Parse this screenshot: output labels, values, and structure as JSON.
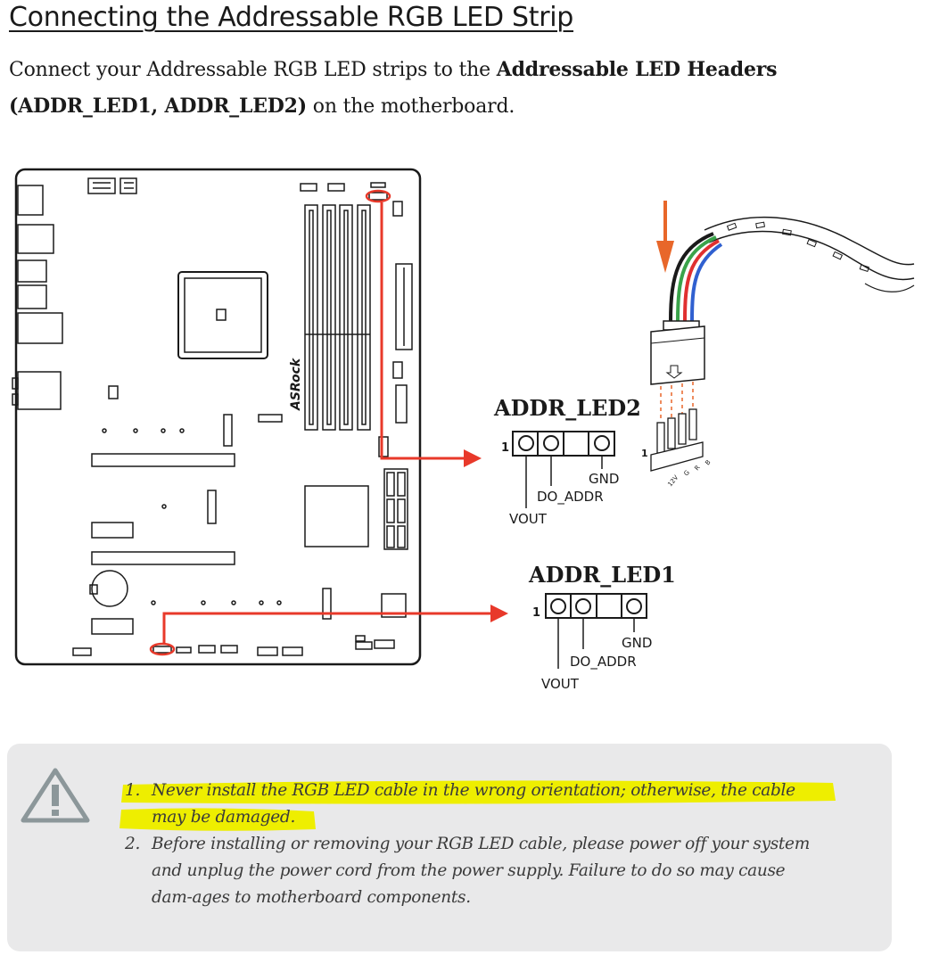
{
  "section_title": "Connecting the Addressable RGB LED Strip",
  "intro": {
    "pre": "Connect your Addressable RGB LED strips to the ",
    "bold": "Addressable LED Headers (ADDR_LED1, ADDR_LED2)",
    "post": " on the motherboard."
  },
  "diagram": {
    "board_brand": "ASRock",
    "header2": {
      "title": "ADDR_LED2",
      "pin1": "1",
      "gnd": "GND",
      "do_addr": "DO_ADDR",
      "vout": "VOUT"
    },
    "header1": {
      "title": "ADDR_LED1",
      "pin1": "1",
      "gnd": "GND",
      "do_addr": "DO_ADDR",
      "vout": "VOUT"
    },
    "connector": {
      "pin1": "1",
      "pin_labels": [
        "12V",
        "G",
        "R",
        "B"
      ]
    },
    "colors": {
      "callout_red": "#e8392a",
      "arrow_orange": "#e8672a",
      "highlight": "#eeee00",
      "wire_green": "#3aa34a",
      "wire_red": "#e03030",
      "wire_blue": "#3060d0"
    }
  },
  "caution": {
    "icon": "warning-triangle-icon",
    "items": [
      {
        "num": "1.",
        "text": "Never install the RGB LED cable in the wrong orientation; otherwise, the cable may be damaged."
      },
      {
        "num": "2.",
        "text": "Before installing or removing your RGB LED cable, please power off your system and unplug the power cord from the power supply. Failure to do so may cause dam-ages to motherboard components."
      }
    ]
  }
}
